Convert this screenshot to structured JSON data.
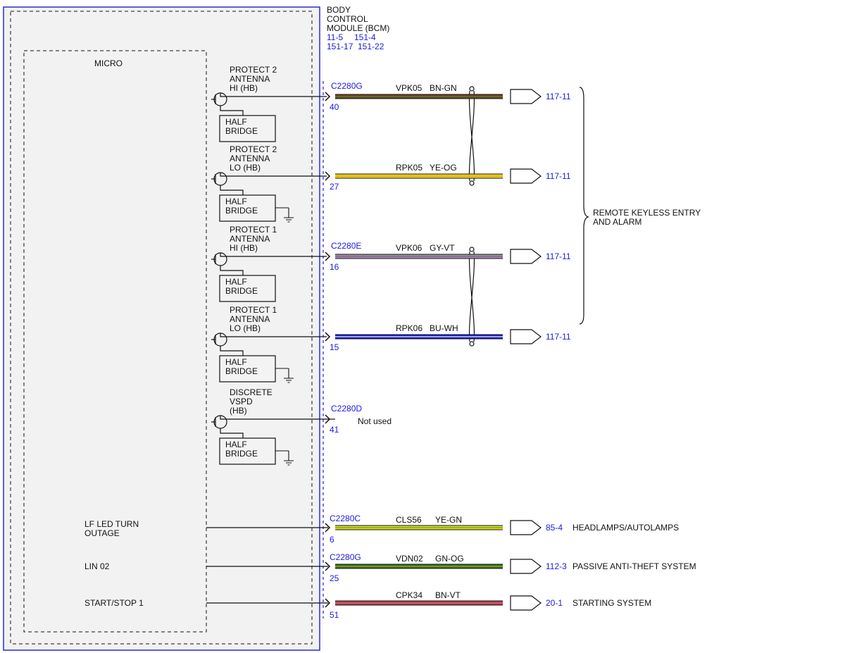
{
  "module": {
    "title_lines": [
      "BODY",
      "CONTROL",
      "MODULE (BCM)"
    ],
    "refs": [
      "11-5",
      "151-4",
      "151-17",
      "151-22"
    ],
    "micro_label": "MICRO"
  },
  "colors": {
    "connector_blue": "#1a1ae0",
    "module_border": "#2b2bd6",
    "module_fill": "#f2f2f2"
  },
  "half_bridge_label": [
    "HALF",
    "BRIDGE"
  ],
  "driver_circuits": [
    {
      "label": [
        "PROTECT 2",
        "ANTENNA",
        "HI (HB)"
      ],
      "connector": "C2280G",
      "pin": "40",
      "circuit": "VPK05",
      "wire_color_code": "BN-GN",
      "wire_colors": [
        "#7b3f1e",
        "#3f8c2f"
      ],
      "ref": "117-11",
      "ground": false
    },
    {
      "label": [
        "PROTECT 2",
        "ANTENNA",
        "LO (HB)"
      ],
      "connector": "",
      "pin": "27",
      "circuit": "RPK05",
      "wire_color_code": "YE-OG",
      "wire_colors": [
        "#e8e021",
        "#f08a1c"
      ],
      "ref": "117-11",
      "ground": true
    },
    {
      "label": [
        "PROTECT 1",
        "ANTENNA",
        "HI (HB)"
      ],
      "connector": "C2280E",
      "pin": "16",
      "circuit": "VPK06",
      "wire_color_code": "GY-VT",
      "wire_colors": [
        "#9a9a9a",
        "#8d3fb0"
      ],
      "ref": "117-11",
      "ground": false
    },
    {
      "label": [
        "PROTECT 1",
        "ANTENNA",
        "LO (HB)"
      ],
      "connector": "",
      "pin": "15",
      "circuit": "RPK06",
      "wire_color_code": "BU-WH",
      "wire_colors": [
        "#1b1bd8",
        "#ffffff"
      ],
      "ref": "117-11",
      "ground": true
    },
    {
      "label": [
        "DISCRETE",
        "VSPD",
        "(HB)"
      ],
      "connector": "C2280D",
      "pin": "41",
      "circuit": "",
      "wire_color_code": "",
      "wire_colors": [],
      "ref": "",
      "ground": true,
      "note": "Not used"
    }
  ],
  "group_label": [
    "REMOTE KEYLESS ENTRY",
    "AND ALARM"
  ],
  "simple_circuits": [
    {
      "label": [
        "LF LED TURN",
        "OUTAGE"
      ],
      "connector": "C2280C",
      "pin": "6",
      "circuit": "CLS56",
      "wire_color_code": "YE-GN",
      "wire_colors": [
        "#e8e021",
        "#4f9a2a"
      ],
      "ref": "85-4",
      "system": "HEADLAMPS/AUTOLAMPS"
    },
    {
      "label": [
        "LIN 02"
      ],
      "connector": "C2280G",
      "pin": "25",
      "circuit": "VDN02",
      "wire_color_code": "GN-OG",
      "wire_colors": [
        "#1f7a1f",
        "#f08a1c"
      ],
      "ref": "112-3",
      "system": "PASSIVE ANTI-THEFT SYSTEM"
    },
    {
      "label": [
        "START/STOP 1"
      ],
      "connector": "",
      "pin": "51",
      "circuit": "CPK34",
      "wire_color_code": "BN-VT",
      "wire_colors": [
        "#b04050",
        "#e06a7a"
      ],
      "ref": "20-1",
      "system": "STARTING SYSTEM"
    }
  ]
}
